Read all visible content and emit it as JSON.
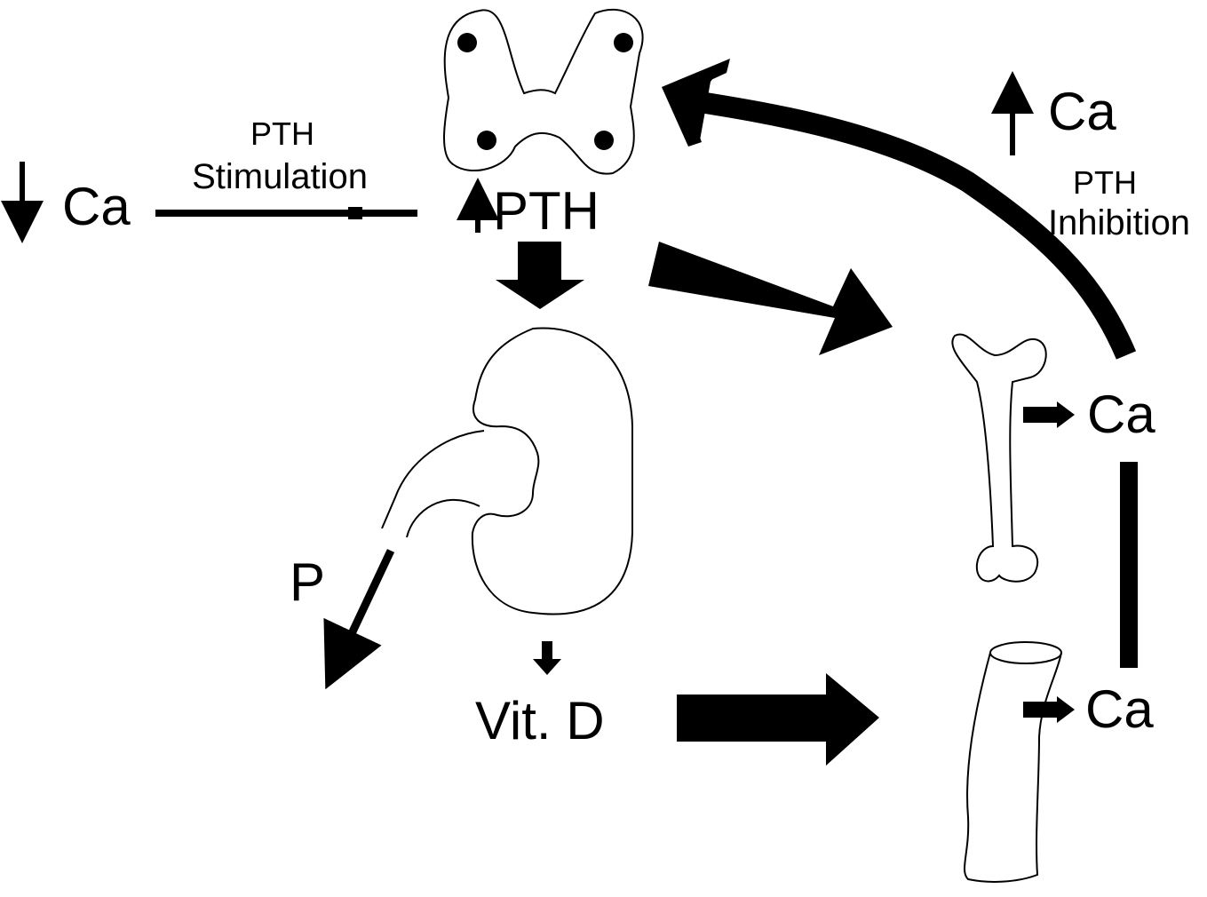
{
  "labels": {
    "low_ca": "Ca",
    "stim_line1": "PTH",
    "stim_line2": "Stimulation",
    "pth": "PTH",
    "high_ca": "Ca",
    "inhib_line1": "PTH",
    "inhib_line2": "Inhibition",
    "bone_ca": "Ca",
    "gut_ca": "Ca",
    "phosphate": "P",
    "vitd": "Vit. D"
  },
  "colors": {
    "ink": "#000000",
    "background": "#ffffff"
  }
}
